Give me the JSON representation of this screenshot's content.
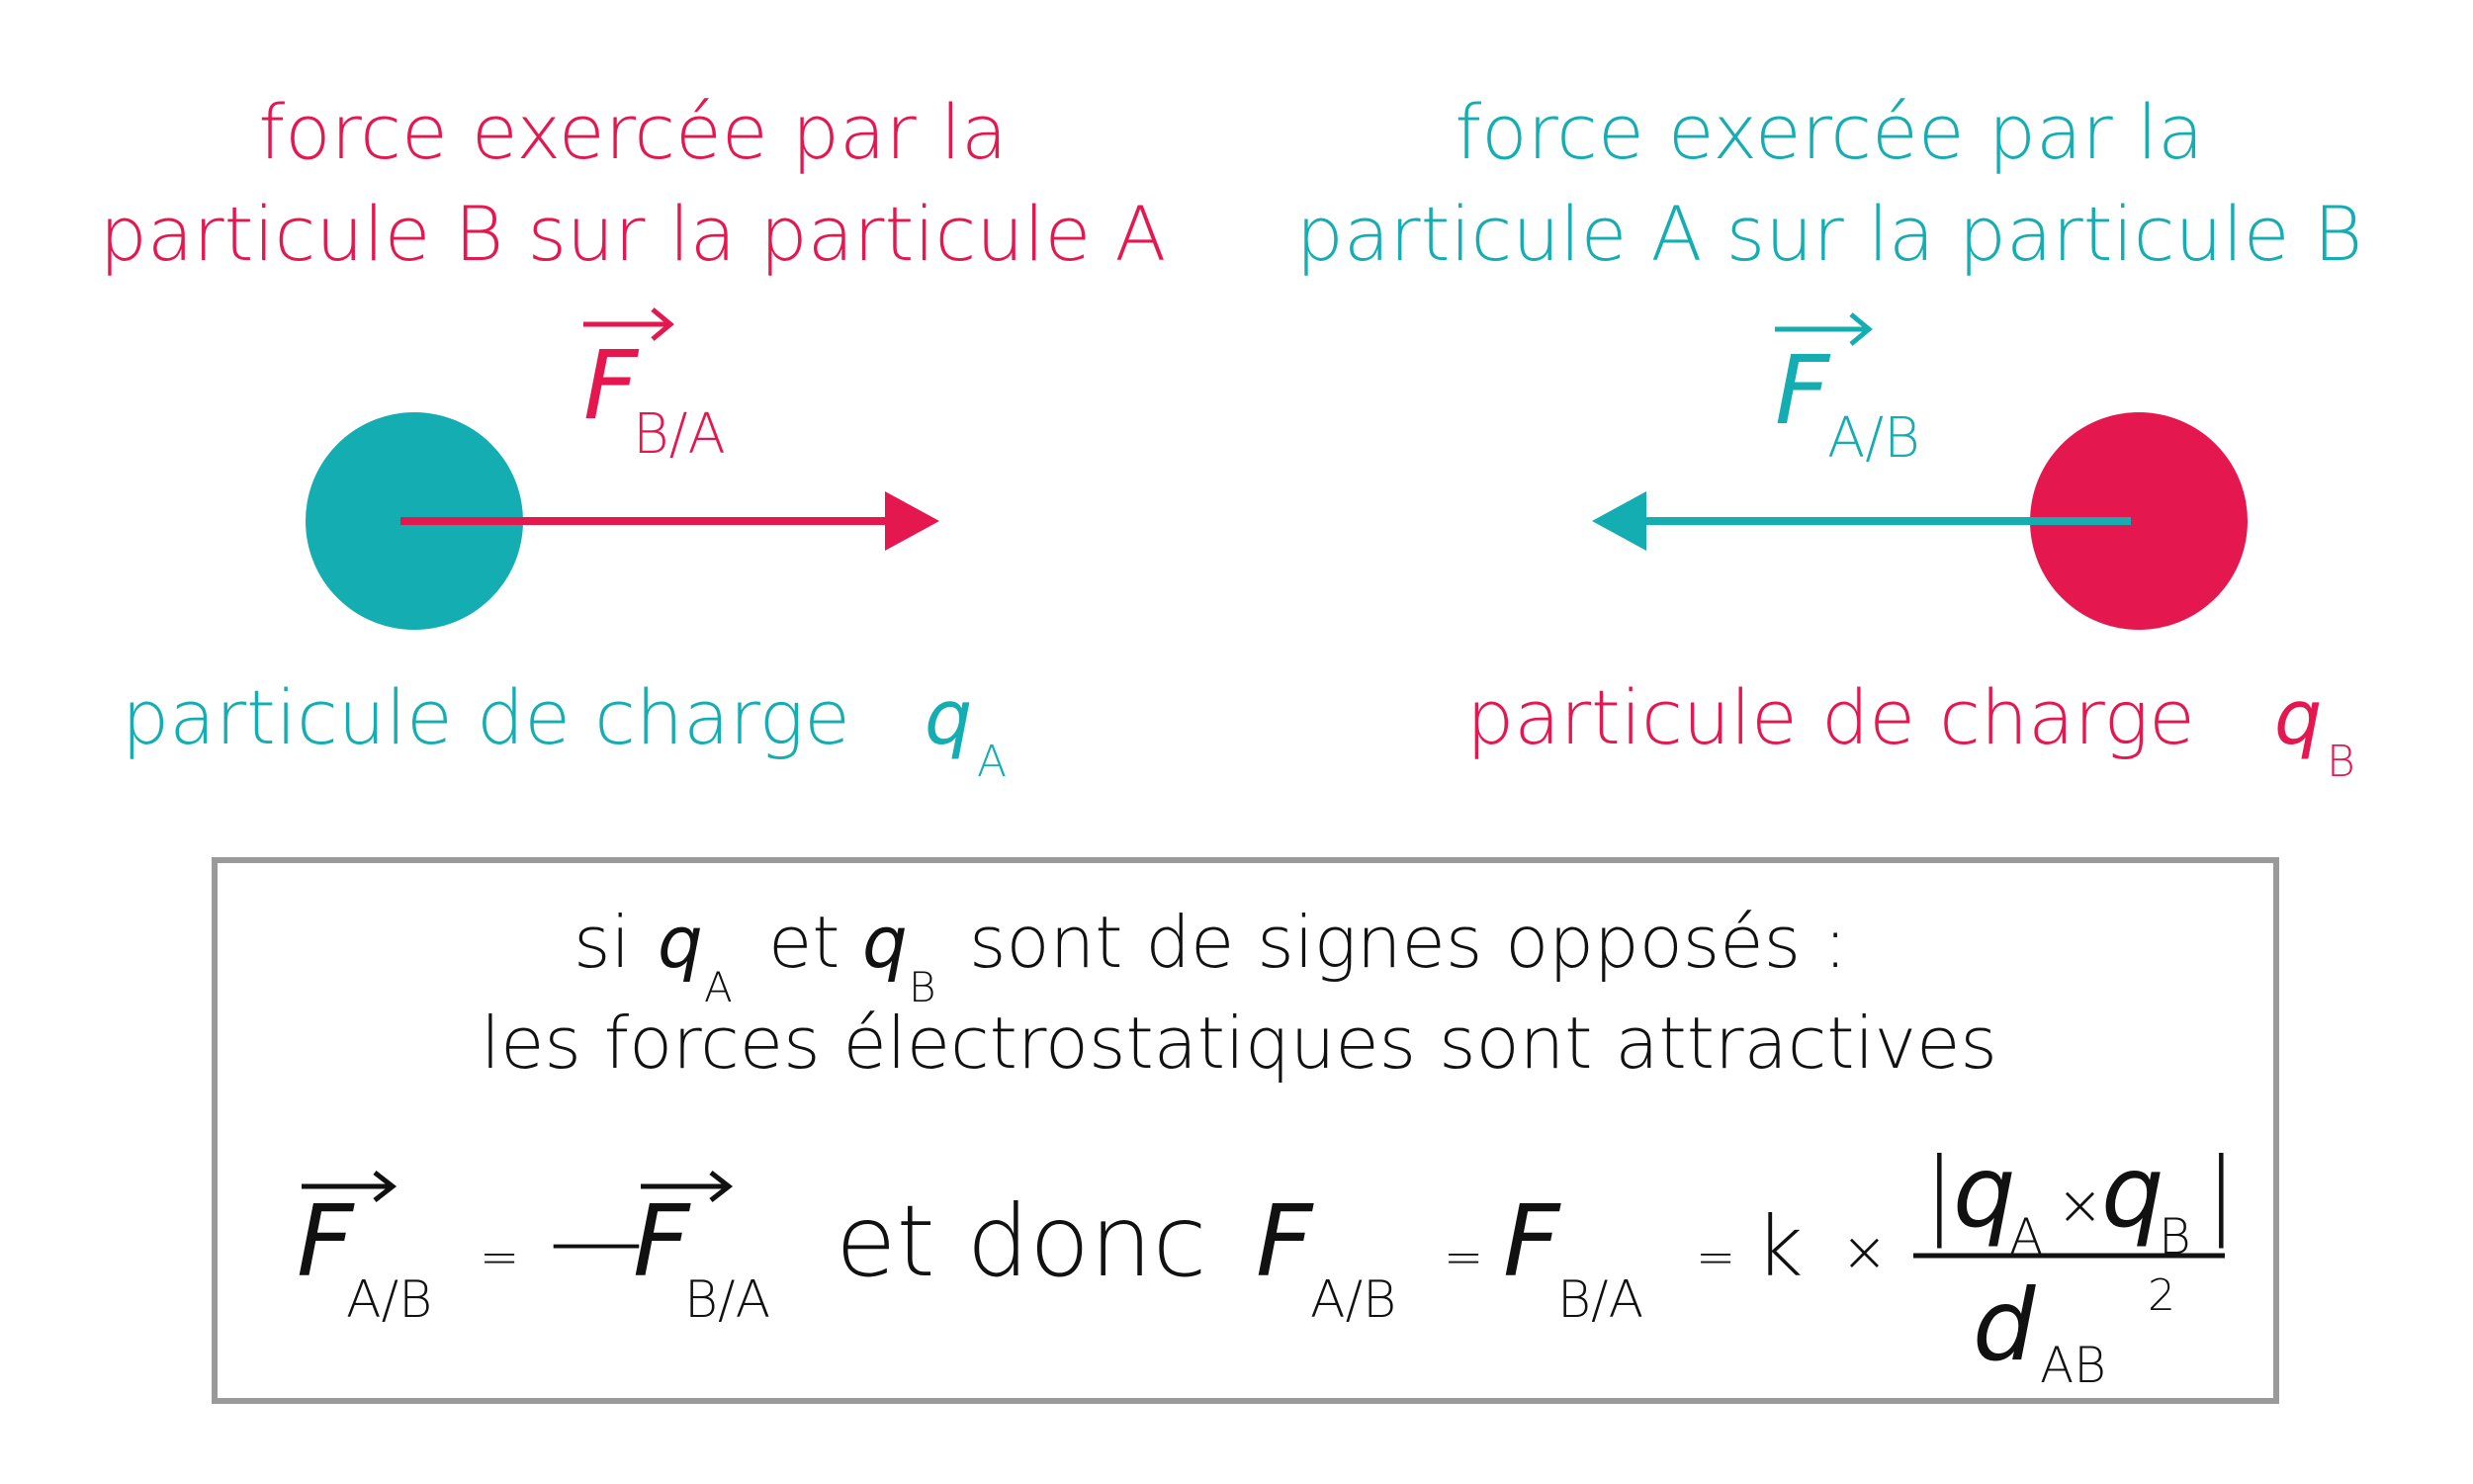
{
  "colors": {
    "pink": "#e5174f",
    "teal": "#14adb2",
    "dark": "#111111",
    "frame": "#9a9a9a"
  },
  "left": {
    "caption_line1": "force exercée par la",
    "caption_line2": "particule B sur la particule A",
    "vector_letter": "F",
    "vector_sub": "B/A",
    "particle_label": "particule de charge",
    "charge_letter": "q",
    "charge_sub": "A"
  },
  "right": {
    "caption_line1": "force exercée par la",
    "caption_line2": "particule A sur la particule B",
    "vector_letter": "F",
    "vector_sub": "A/B",
    "particle_label": "particule de charge",
    "charge_letter": "q",
    "charge_sub": "B"
  },
  "box": {
    "line1_si": "si",
    "q": "q",
    "sub_a": "A",
    "sub_b": "B",
    "line1_et": "et",
    "line1_rest": "sont de signes opposés :",
    "line2": "les forces électrostatiques sont attractives",
    "F": "F",
    "sub_ab": "A/B",
    "sub_ba": "B/A",
    "equals": "=",
    "minus": "—",
    "et_donc": "et donc",
    "k": "k",
    "times": "×",
    "abs_bar": "|",
    "d": "d",
    "sub_dist": "AB",
    "exponent": "2"
  }
}
